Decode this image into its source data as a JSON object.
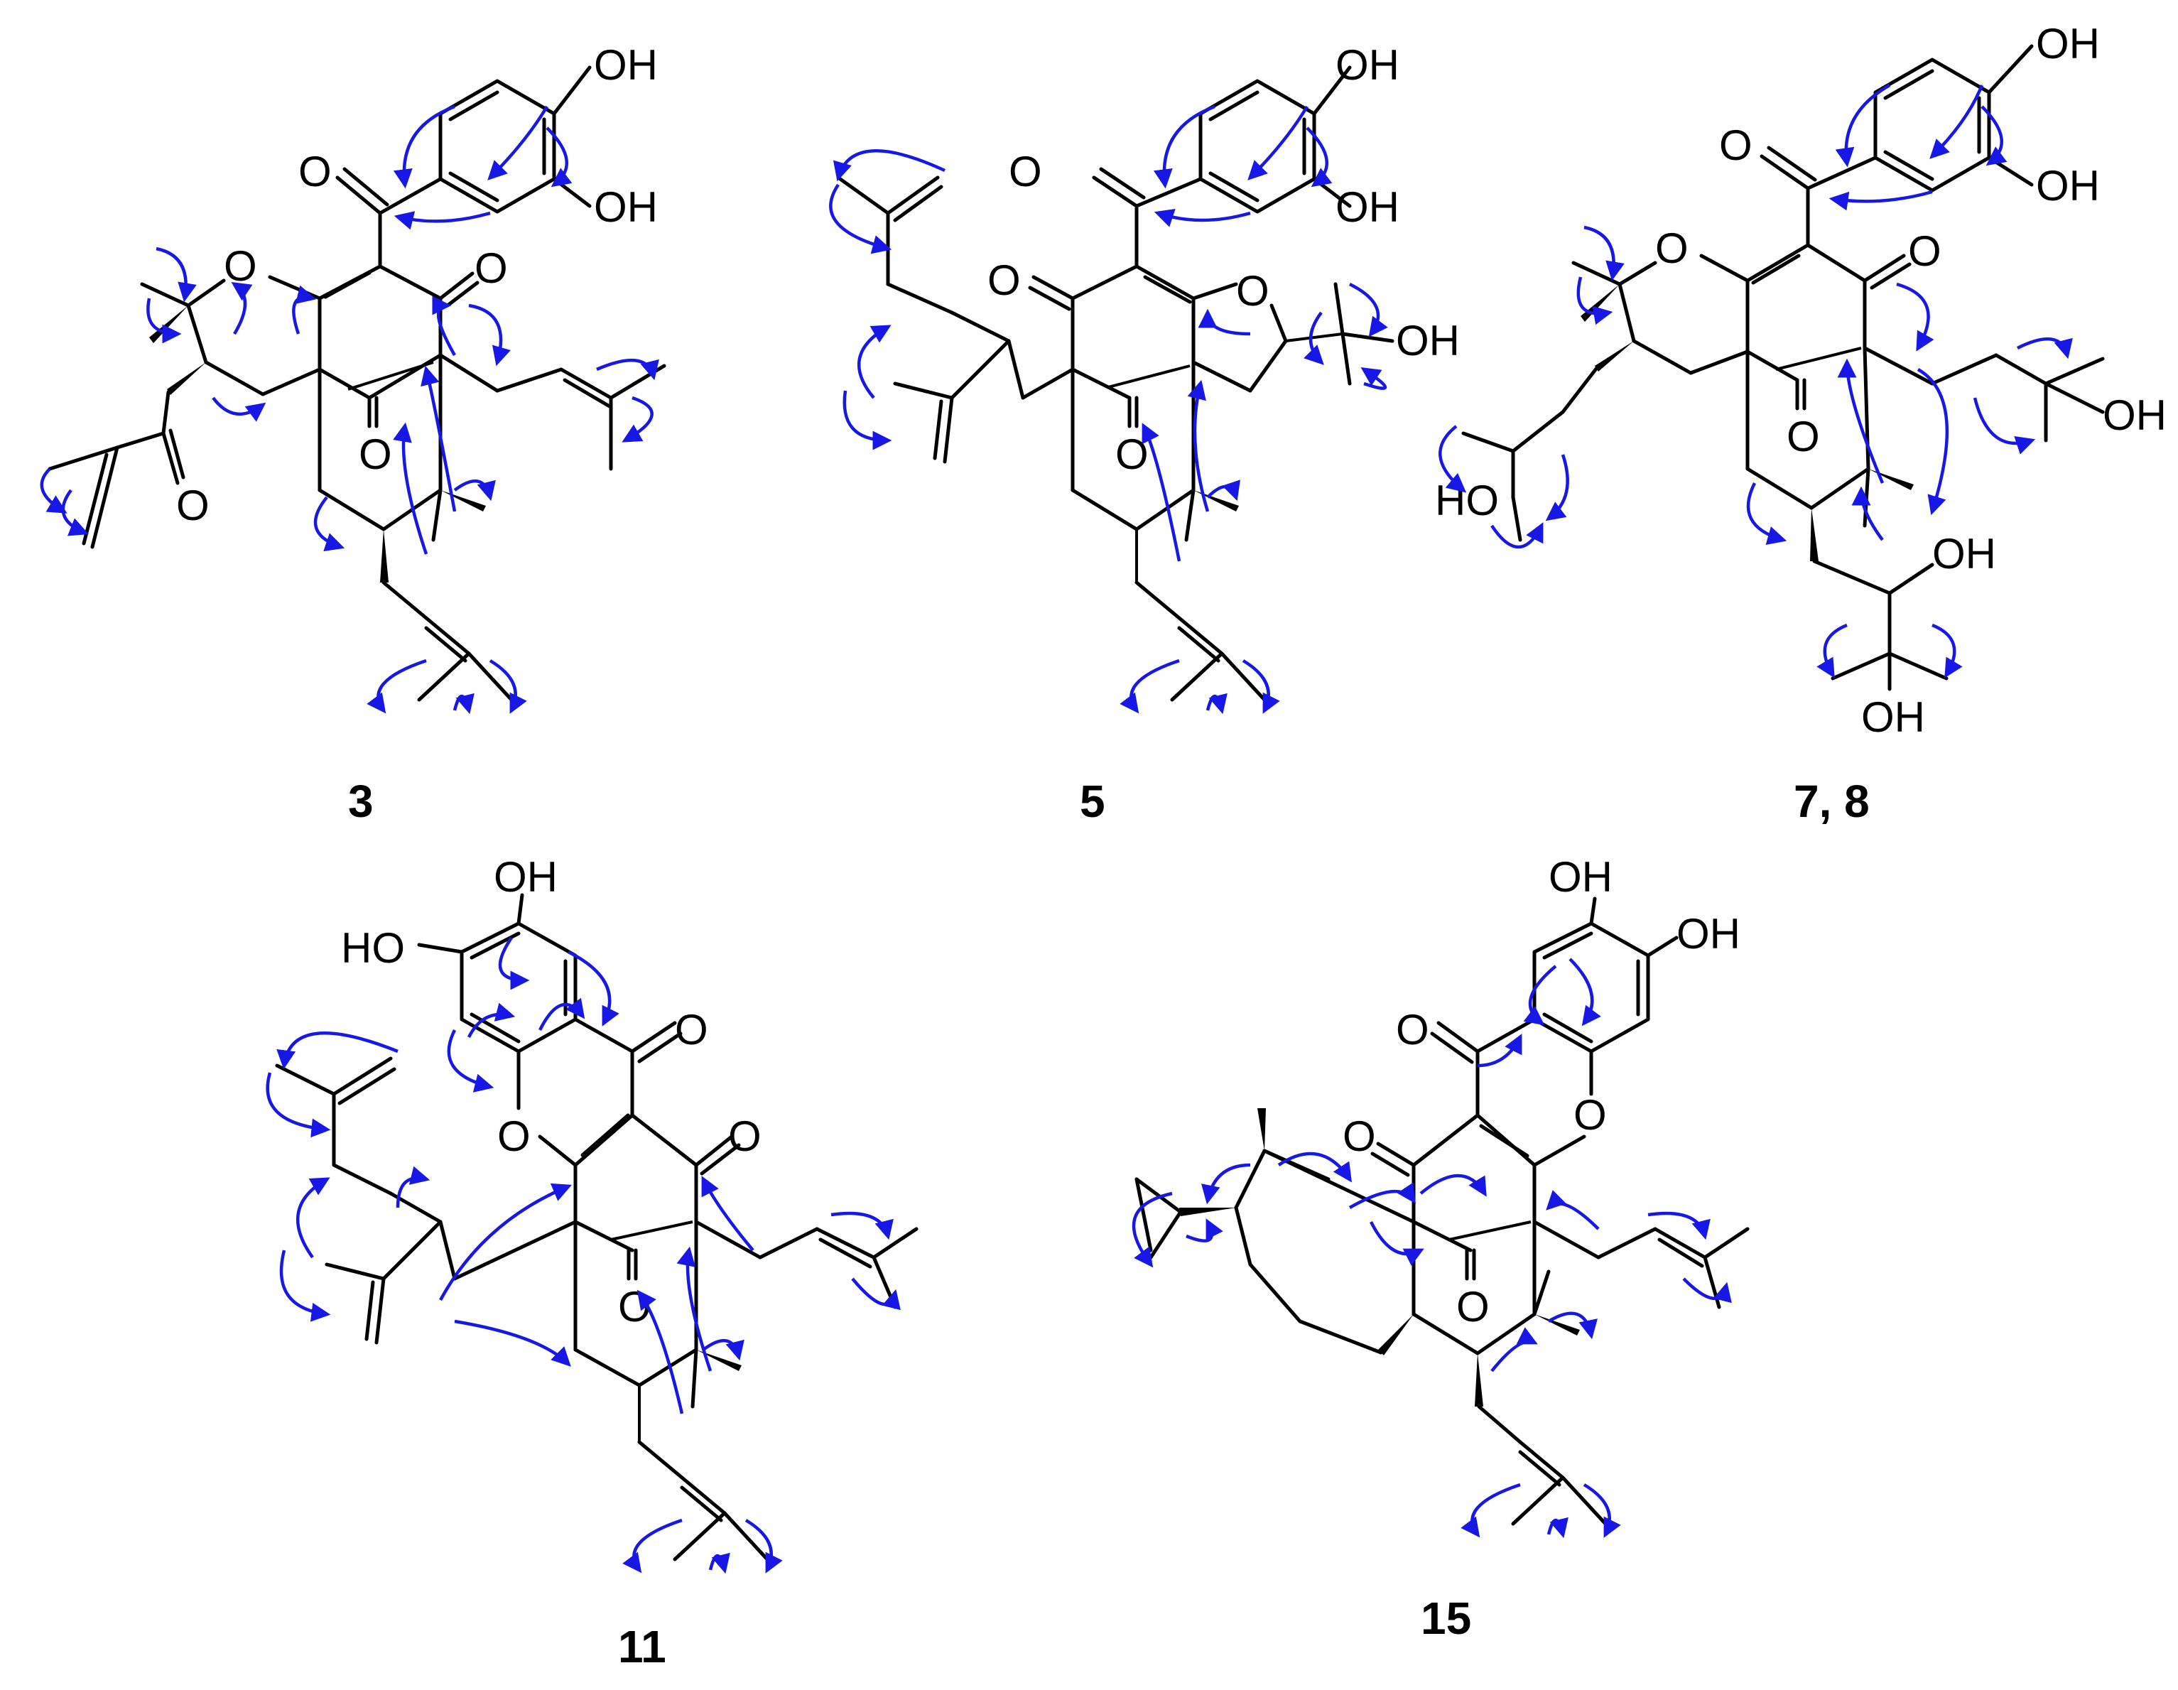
{
  "colors": {
    "bond": "#000000",
    "correlation_arrow": "#1818e6",
    "background": "#ffffff"
  },
  "compounds": [
    {
      "id": "3",
      "atom_labels": [
        "OH",
        "OH",
        "O",
        "O",
        "O",
        "O",
        "O"
      ]
    },
    {
      "id": "5",
      "atom_labels": [
        "OH",
        "OH",
        "O",
        "O",
        "OH",
        "O"
      ]
    },
    {
      "id": "7, 8",
      "atom_labels": [
        "OH",
        "OH",
        "O",
        "O",
        "O",
        "O",
        "OH",
        "HO",
        "OH",
        "OH"
      ]
    },
    {
      "id": "11",
      "atom_labels": [
        "OH",
        "HO",
        "O",
        "O",
        "O",
        "O"
      ]
    },
    {
      "id": "15",
      "atom_labels": [
        "OH",
        "OH",
        "O",
        "O",
        "O",
        "O"
      ]
    }
  ]
}
